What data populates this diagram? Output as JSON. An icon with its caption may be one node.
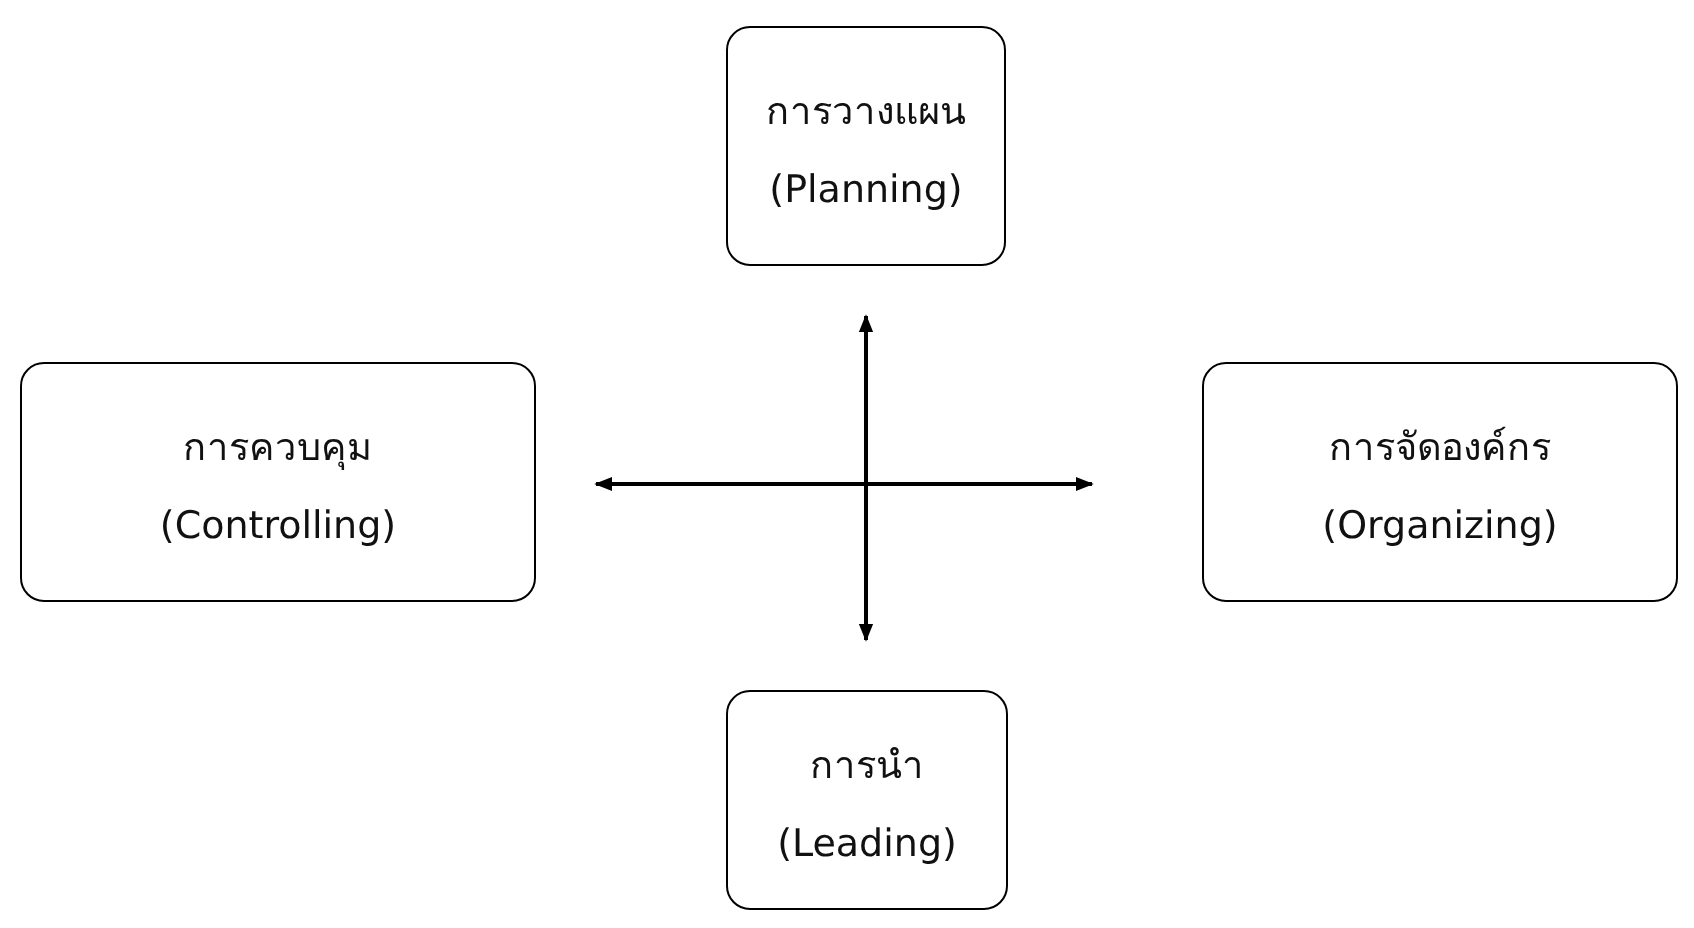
{
  "diagram": {
    "nodes": [
      {
        "text": [
          "การวางแผน",
          "(Planning)"
        ]
      },
      {
        "text": [
          "การควบคุม",
          "(Controlling)"
        ]
      },
      {
        "text": [
          "การจัดองค์กร",
          "(Organizing)"
        ]
      },
      {
        "text": [
          "การนำ",
          "(Leading)"
        ]
      }
    ],
    "edges": [
      {
        "from": 0,
        "to": 3,
        "arrow": "both"
      },
      {
        "from": 1,
        "to": 2,
        "arrow": "both"
      }
    ]
  }
}
